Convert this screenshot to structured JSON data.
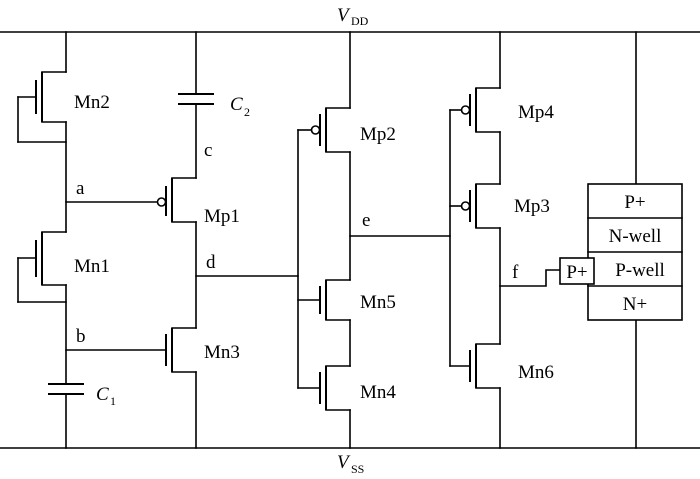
{
  "rails": {
    "vdd": "V",
    "vdd_sub": "DD",
    "vss": "V",
    "vss_sub": "SS"
  },
  "transistors": {
    "mn2": "Mn2",
    "mn1": "Mn1",
    "mp1": "Mp1",
    "mn3": "Mn3",
    "mp2": "Mp2",
    "mn5": "Mn5",
    "mn4": "Mn4",
    "mp4": "Mp4",
    "mp3": "Mp3",
    "mn6": "Mn6"
  },
  "capacitors": {
    "c1": "C",
    "c1_sub": "1",
    "c2": "C",
    "c2_sub": "2"
  },
  "nodes": {
    "a": "a",
    "b": "b",
    "c": "c",
    "d": "d",
    "e": "e",
    "f": "f"
  },
  "layers": [
    "P+",
    "N-well",
    "P-well",
    "N+"
  ],
  "contact": "P+"
}
